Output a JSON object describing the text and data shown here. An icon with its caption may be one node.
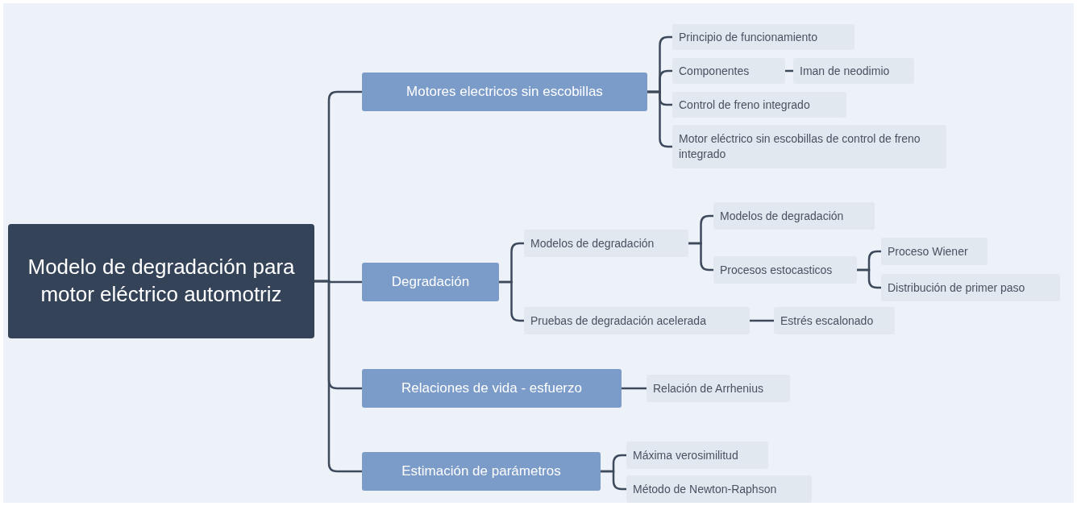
{
  "diagram": {
    "nodes": [
      {
        "text": [
          "Modelo de degradación para motor eléctrico automotriz"
        ]
      },
      {
        "text": [
          "Motores electricos sin escobillas"
        ]
      },
      {
        "text": [
          "Principio de funcionamiento"
        ]
      },
      {
        "text": [
          "Componentes"
        ]
      },
      {
        "text": [
          "Iman de neodimio"
        ]
      },
      {
        "text": [
          "Control de freno integrado"
        ]
      },
      {
        "text": [
          "Motor eléctrico sin escobillas de control de freno integrado"
        ]
      },
      {
        "text": [
          "Degradación"
        ]
      },
      {
        "text": [
          "Modelos de degradación"
        ]
      },
      {
        "text": [
          "Modelos de degradación"
        ]
      },
      {
        "text": [
          "Procesos estocasticos"
        ]
      },
      {
        "text": [
          "Proceso Wiener"
        ]
      },
      {
        "text": [
          "Distribución de primer paso"
        ]
      },
      {
        "text": [
          "Pruebas de degradación acelerada"
        ]
      },
      {
        "text": [
          "Estrés escalonado"
        ]
      },
      {
        "text": [
          "Relaciones de vida - esfuerzo"
        ]
      },
      {
        "text": [
          "Relación de Arrhenius"
        ]
      },
      {
        "text": [
          "Estimación de parámetros"
        ]
      },
      {
        "text": [
          "Máxima verosimilitud"
        ]
      },
      {
        "text": [
          "Método de Newton-Raphson"
        ]
      }
    ],
    "edges": [
      {
        "from": 0,
        "to": 1,
        "arrow": "none"
      },
      {
        "from": 1,
        "to": 2,
        "arrow": "none"
      },
      {
        "from": 1,
        "to": 3,
        "arrow": "none"
      },
      {
        "from": 3,
        "to": 4,
        "arrow": "none"
      },
      {
        "from": 1,
        "to": 5,
        "arrow": "none"
      },
      {
        "from": 1,
        "to": 6,
        "arrow": "none"
      },
      {
        "from": 0,
        "to": 7,
        "arrow": "none"
      },
      {
        "from": 7,
        "to": 8,
        "arrow": "none"
      },
      {
        "from": 8,
        "to": 9,
        "arrow": "none"
      },
      {
        "from": 8,
        "to": 10,
        "arrow": "none"
      },
      {
        "from": 10,
        "to": 11,
        "arrow": "none"
      },
      {
        "from": 10,
        "to": 12,
        "arrow": "none"
      },
      {
        "from": 7,
        "to": 13,
        "arrow": "none"
      },
      {
        "from": 13,
        "to": 14,
        "arrow": "none"
      },
      {
        "from": 0,
        "to": 15,
        "arrow": "none"
      },
      {
        "from": 15,
        "to": 16,
        "arrow": "none"
      },
      {
        "from": 0,
        "to": 17,
        "arrow": "none"
      },
      {
        "from": 17,
        "to": 18,
        "arrow": "none"
      },
      {
        "from": 17,
        "to": 19,
        "arrow": "none"
      }
    ]
  }
}
